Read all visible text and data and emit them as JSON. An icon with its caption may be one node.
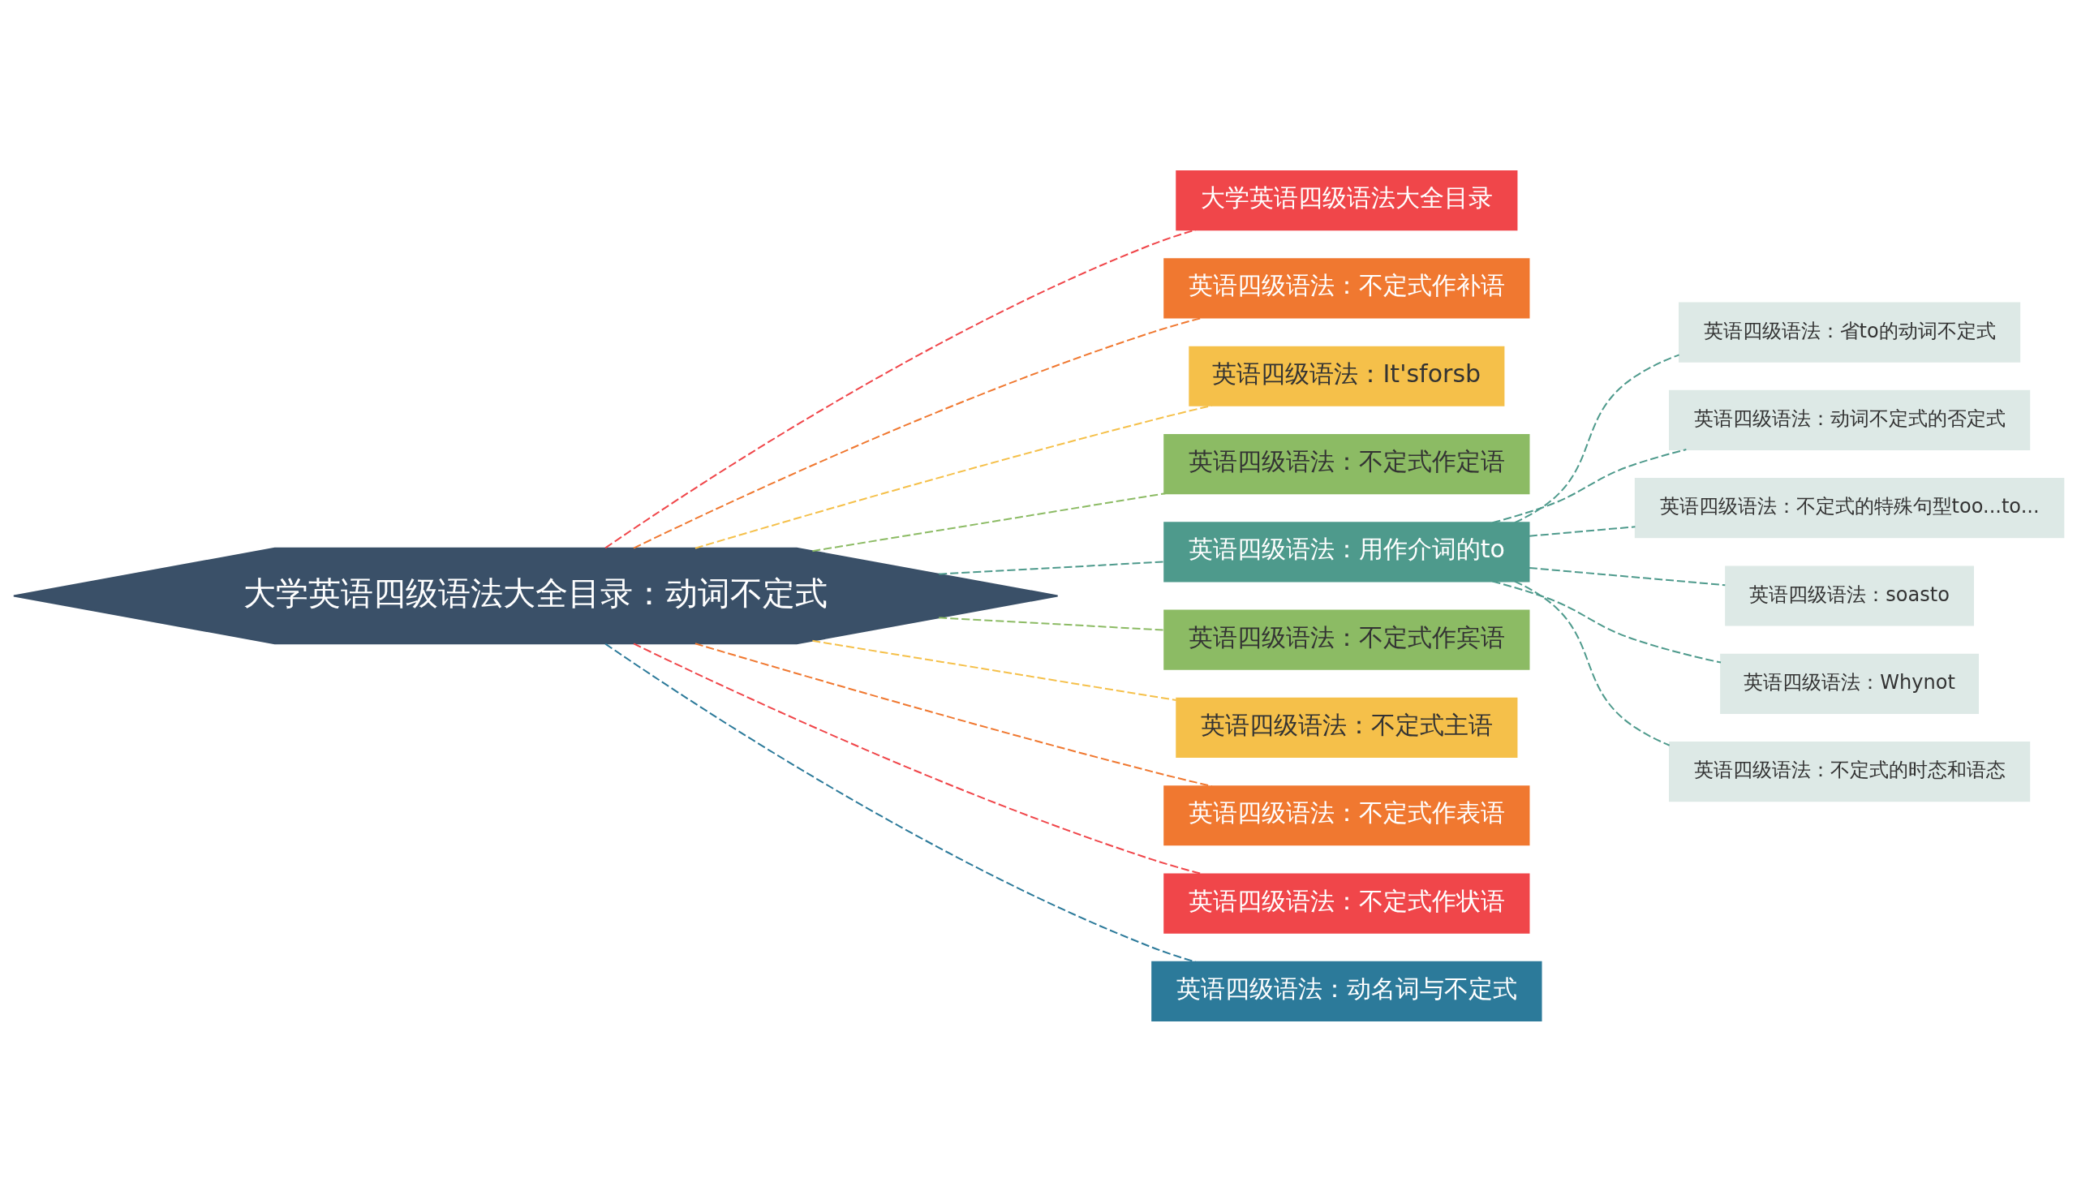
{
  "diagram": {
    "nodes": [
      {
        "text": [
          "大学英语四级语法大全目录：动词不定式"
        ]
      },
      {
        "text": [
          "大学英语四级语法大全目录"
        ]
      },
      {
        "text": [
          "英语四级语法：不定式作补语"
        ]
      },
      {
        "text": [
          "英语四级语法：It'sforsb"
        ]
      },
      {
        "text": [
          "英语四级语法：不定式作定语"
        ]
      },
      {
        "text": [
          "英语四级语法：用作介词的to"
        ]
      },
      {
        "text": [
          "英语四级语法：省to的动词不定式"
        ]
      },
      {
        "text": [
          "英语四级语法：动词不定式的否定式"
        ]
      },
      {
        "text": [
          "英语四级语法：不定式的特殊句型too...to..."
        ]
      },
      {
        "text": [
          "英语四级语法：soasto"
        ]
      },
      {
        "text": [
          "英语四级语法：Whynot"
        ]
      },
      {
        "text": [
          "英语四级语法：不定式的时态和语态"
        ]
      },
      {
        "text": [
          "英语四级语法：不定式作宾语"
        ]
      },
      {
        "text": [
          "英语四级语法：不定式主语"
        ]
      },
      {
        "text": [
          "英语四级语法：不定式作表语"
        ]
      },
      {
        "text": [
          "英语四级语法：不定式作状语"
        ]
      },
      {
        "text": [
          "英语四级语法：动名词与不定式"
        ]
      }
    ],
    "edges": [
      {
        "from": 0,
        "to": 1,
        "arrow": "none",
        "style": "dashed",
        "color": "#f0464a"
      },
      {
        "from": 0,
        "to": 2,
        "arrow": "none",
        "style": "dashed",
        "color": "#f07830"
      },
      {
        "from": 0,
        "to": 3,
        "arrow": "none",
        "style": "dashed",
        "color": "#f5c04a"
      },
      {
        "from": 0,
        "to": 4,
        "arrow": "none",
        "style": "dashed",
        "color": "#8cbb64"
      },
      {
        "from": 0,
        "to": 5,
        "arrow": "none",
        "style": "dashed",
        "color": "#4e9a8c"
      },
      {
        "from": 5,
        "to": 6,
        "arrow": "none",
        "style": "dashed",
        "color": "#4e9a8c"
      },
      {
        "from": 5,
        "to": 7,
        "arrow": "none",
        "style": "dashed",
        "color": "#4e9a8c"
      },
      {
        "from": 5,
        "to": 8,
        "arrow": "none",
        "style": "dashed",
        "color": "#4e9a8c"
      },
      {
        "from": 5,
        "to": 9,
        "arrow": "none",
        "style": "dashed",
        "color": "#4e9a8c"
      },
      {
        "from": 5,
        "to": 10,
        "arrow": "none",
        "style": "dashed",
        "color": "#4e9a8c"
      },
      {
        "from": 5,
        "to": 11,
        "arrow": "none",
        "style": "dashed",
        "color": "#4e9a8c"
      },
      {
        "from": 0,
        "to": 12,
        "arrow": "none",
        "style": "dashed",
        "color": "#8cbb64"
      },
      {
        "from": 0,
        "to": 13,
        "arrow": "none",
        "style": "dashed",
        "color": "#f5c04a"
      },
      {
        "from": 0,
        "to": 14,
        "arrow": "none",
        "style": "dashed",
        "color": "#f07830"
      },
      {
        "from": 0,
        "to": 15,
        "arrow": "none",
        "style": "dashed",
        "color": "#f0464a"
      },
      {
        "from": 0,
        "to": 16,
        "arrow": "none",
        "style": "dashed",
        "color": "#2c7a9a"
      }
    ]
  }
}
